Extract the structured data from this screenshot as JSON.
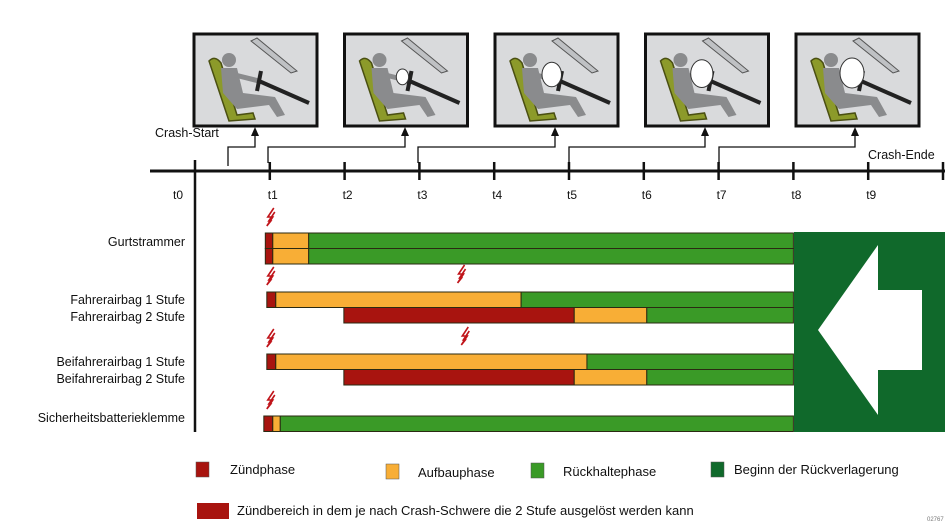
{
  "timeline": {
    "ticks": [
      "t0",
      "t1",
      "t2",
      "t3",
      "t4",
      "t5",
      "t6",
      "t7",
      "t8",
      "t9"
    ],
    "crash_start": "Crash-Start",
    "crash_end": "Crash-Ende"
  },
  "pictures": [
    {
      "airbag_inflation": 0
    },
    {
      "airbag_inflation": 0.35
    },
    {
      "airbag_inflation": 0.75
    },
    {
      "airbag_inflation": 0.9
    },
    {
      "airbag_inflation": 1.0
    }
  ],
  "rows": [
    {
      "label": "Gurtstrammer",
      "lanes": [
        [
          [
            "zuend",
            0.94,
            1.04
          ],
          [
            "aufbau",
            1.04,
            1.52
          ],
          [
            "rueckhalt",
            1.52,
            8
          ]
        ],
        [
          [
            "zuend",
            0.94,
            1.04
          ],
          [
            "aufbau",
            1.04,
            1.52
          ],
          [
            "rueckhalt",
            1.52,
            8
          ]
        ]
      ],
      "triggers": [
        1.0
      ]
    },
    {
      "label": "Fahrerairbag 1 Stufe",
      "label2": "Fahrerairbag 2 Stufe",
      "lanes": [
        [
          [
            "zuend",
            0.96,
            1.08
          ],
          [
            "aufbau",
            1.08,
            4.36
          ],
          [
            "rueckhalt",
            4.36,
            8
          ]
        ],
        [
          [
            "bereich",
            1.99,
            5.07
          ],
          [
            "aufbau",
            5.07,
            6.04
          ],
          [
            "rueckhalt",
            6.04,
            8
          ]
        ]
      ],
      "triggers": [
        1.0,
        3.55
      ]
    },
    {
      "label": "Beifahrerairbag 1 Stufe",
      "label2": "Beifahrerairbag 2 Stufe",
      "lanes": [
        [
          [
            "zuend",
            0.96,
            1.08
          ],
          [
            "aufbau",
            1.08,
            5.24
          ],
          [
            "rueckhalt",
            5.24,
            8
          ]
        ],
        [
          [
            "bereich",
            1.99,
            5.07
          ],
          [
            "aufbau",
            5.07,
            6.04
          ],
          [
            "rueckhalt",
            6.04,
            8
          ]
        ]
      ],
      "triggers": [
        1.0,
        3.6
      ]
    },
    {
      "label": "Sicherheitsbatterieklemme",
      "lanes": [
        [
          [
            "zuend",
            0.92,
            1.04
          ],
          [
            "aufbau",
            1.04,
            1.14
          ],
          [
            "rueckhalt",
            1.14,
            8
          ]
        ]
      ],
      "triggers": [
        1.0
      ]
    }
  ],
  "colors": {
    "zuend": "#a8140f",
    "bereich": "#a8140f",
    "aufbau": "#f8ae36",
    "rueckhalt": "#3a9a27",
    "rueckverlagerung": "#10692b"
  },
  "legend": {
    "zuend": "Zündphase",
    "aufbau": "Aufbauphase",
    "rueckhalt": "Rückhaltephase",
    "rueckverlagerung": "Beginn der Rückverlagerung",
    "bereich": "Zündbereich in dem je nach Crash-Schwere die 2 Stufe ausgelöst werden kann"
  },
  "figure_id": "02767"
}
